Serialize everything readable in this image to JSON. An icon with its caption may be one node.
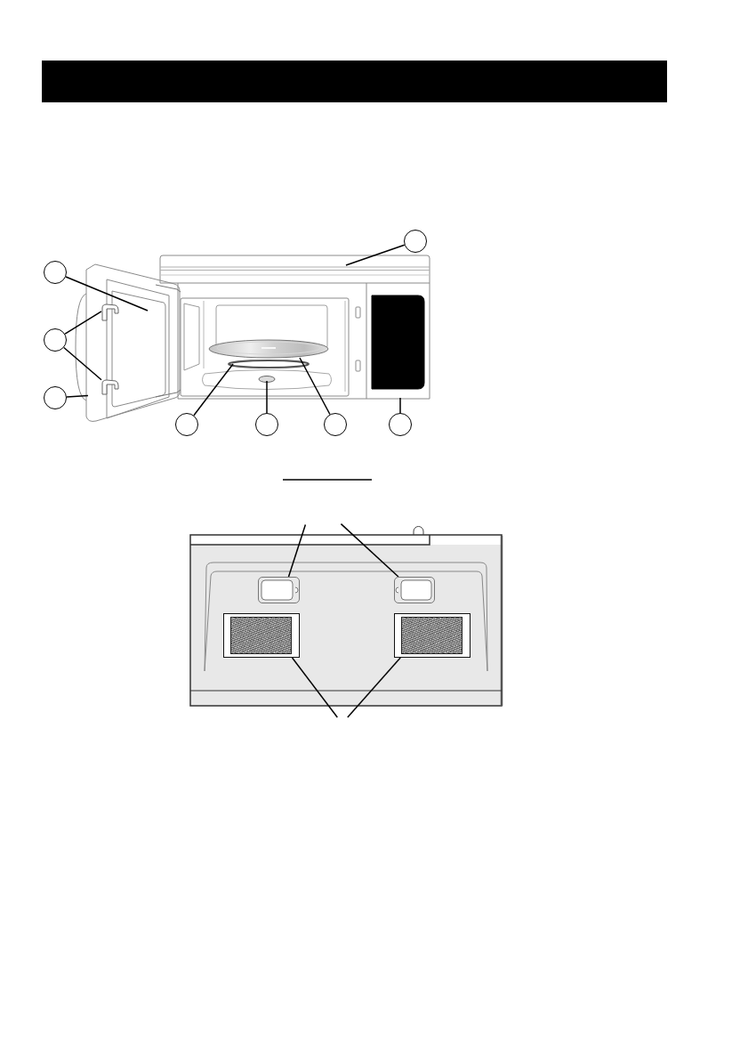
{
  "diagram": {
    "nodes": [
      {
        "text": [],
        "shape": "circle"
      },
      {
        "text": [],
        "shape": "circle"
      },
      {
        "text": [],
        "shape": "circle"
      },
      {
        "text": [],
        "shape": "circle"
      },
      {
        "text": [],
        "shape": "circle"
      },
      {
        "text": [],
        "shape": "circle"
      },
      {
        "text": [],
        "shape": "circle"
      },
      {
        "text": [],
        "shape": "circle"
      },
      {
        "text": [],
        "shape": "picture"
      },
      {
        "text": [],
        "shape": "picture"
      },
      {
        "text": [],
        "shape": "box"
      },
      {
        "text": [],
        "shape": "box"
      },
      {
        "text": [],
        "shape": "box"
      },
      {
        "text": [],
        "shape": "box"
      }
    ],
    "edges": [
      {
        "from": 0,
        "to": null,
        "arrow": "none"
      },
      {
        "from": 1,
        "to": null,
        "arrow": "none"
      },
      {
        "from": 2,
        "to": 8,
        "arrow": "none"
      },
      {
        "from": 2,
        "to": 9,
        "arrow": "none"
      },
      {
        "from": 3,
        "to": null,
        "arrow": "none"
      },
      {
        "from": 4,
        "to": null,
        "arrow": "none"
      },
      {
        "from": 5,
        "to": null,
        "arrow": "none"
      },
      {
        "from": 6,
        "to": null,
        "arrow": "none"
      },
      {
        "from": 7,
        "to": null,
        "arrow": "none"
      },
      {
        "from": null,
        "to": 10,
        "arrow": "none"
      },
      {
        "from": null,
        "to": 11,
        "arrow": "none"
      },
      {
        "from": null,
        "to": 12,
        "arrow": "none"
      },
      {
        "from": null,
        "to": 13,
        "arrow": "none"
      }
    ]
  }
}
